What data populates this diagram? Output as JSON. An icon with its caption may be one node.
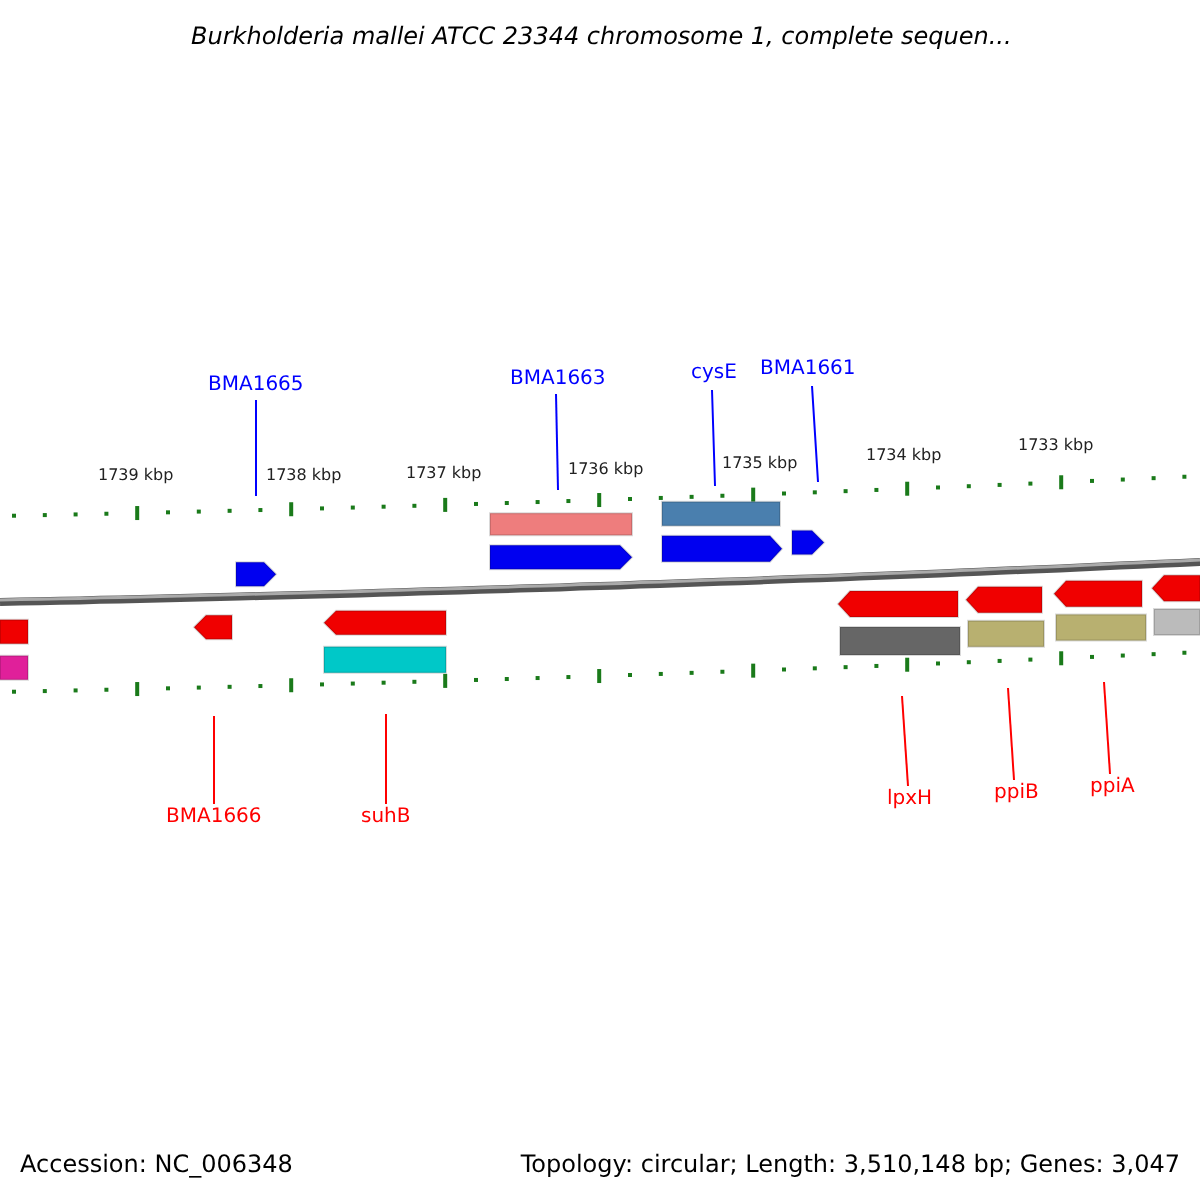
{
  "diagram": {
    "title": "Burkholderia mallei ATCC 23344 chromosome 1, complete sequen...",
    "nodes": [
      {
        "text": [
          "BMA1665"
        ]
      },
      {
        "text": [
          "BMA1663"
        ]
      },
      {
        "text": [
          "cysE"
        ]
      },
      {
        "text": [
          "BMA1661"
        ]
      },
      {
        "text": [
          "BMA1666"
        ]
      },
      {
        "text": [
          "suhB"
        ]
      },
      {
        "text": [
          "lpxH"
        ]
      },
      {
        "text": [
          "ppiB"
        ]
      },
      {
        "text": [
          "ppiA"
        ]
      }
    ],
    "edges": [
      {
        "from": 0,
        "to": null,
        "arrow": "none",
        "color": "#0000ff"
      },
      {
        "from": 1,
        "to": null,
        "arrow": "none",
        "color": "#0000ff"
      },
      {
        "from": 2,
        "to": null,
        "arrow": "none",
        "color": "#0000ff"
      },
      {
        "from": 3,
        "to": null,
        "arrow": "none",
        "color": "#0000ff"
      },
      {
        "from": 4,
        "to": null,
        "arrow": "none"
      },
      {
        "from": 5,
        "to": null,
        "arrow": "none"
      },
      {
        "from": 6,
        "to": null,
        "arrow": "none"
      },
      {
        "from": 7,
        "to": null,
        "arrow": "none"
      },
      {
        "from": 8,
        "to": null,
        "arrow": "none"
      }
    ],
    "labels": [
      "1739 kbp",
      "1738 kbp",
      "1737 kbp",
      "1736 kbp",
      "1735 kbp",
      "1734 kbp",
      "1733 kbp",
      "Accession: NC_006348",
      "Topology: circular; Length: 3,510,148 bp; Genes: 3,047"
    ]
  }
}
